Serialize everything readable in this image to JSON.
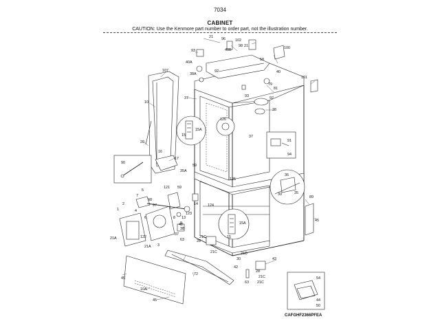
{
  "header": {
    "page_number": "7034",
    "title": "CABINET",
    "caution": "CAUTION: Use the Kenmore part number to order part, not the illustration number."
  },
  "model_code": "CAFGHF2366PFEA",
  "part_labels": {
    "p1": "1",
    "p2": "2",
    "p3": "3",
    "p4": "4",
    "p5": "5",
    "p6": "6",
    "p7": "7",
    "p8": "8",
    "p9": "9",
    "p10": "10",
    "p10a": "10A",
    "p13": "13",
    "p14": "14",
    "p15a": "15",
    "p15b": "15A",
    "p15c": "15",
    "p15d": "15A",
    "p16": "16",
    "p17": "17",
    "p20": "20",
    "p21a": "21",
    "p21b": "21",
    "p21c": "21A",
    "p21d": "21A",
    "p21e": "21C",
    "p21f": "21C",
    "p21g": "21C",
    "p21h": "21C",
    "p21i": "21C",
    "p21j": "21D",
    "p28a": "28",
    "p28b": "28",
    "p30": "30",
    "p35": "35",
    "p35a": "35A",
    "p36": "36",
    "p37a": "37",
    "p37b": "37",
    "p37c": "37",
    "p38a": "38",
    "p38b": "38",
    "p38c": "38A",
    "p40a": "40A",
    "p40b": "40B",
    "p40c": "40",
    "p42a": "42",
    "p42b": "42",
    "p43": "43",
    "p44": "44",
    "p45a": "45",
    "p45b": "45",
    "p45c": "45",
    "p50": "50",
    "p54": "54",
    "p58": "58",
    "p59a": "59",
    "p59b": "59",
    "p63a": "63",
    "p63b": "63",
    "p72": "72",
    "p79": "79",
    "p81": "81",
    "p89": "89",
    "p90": "90",
    "p91": "91",
    "p92a": "92",
    "p92b": "92",
    "p93a": "93",
    "p93b": "93",
    "p94": "94",
    "p96": "96",
    "p97": "97",
    "p98": "98",
    "p100": "100",
    "p101": "101",
    "p102": "102",
    "p107": "107",
    "p121": "121",
    "p122": "122",
    "p123": "123",
    "p124": "124",
    "p125": "125",
    "p126": "126"
  }
}
